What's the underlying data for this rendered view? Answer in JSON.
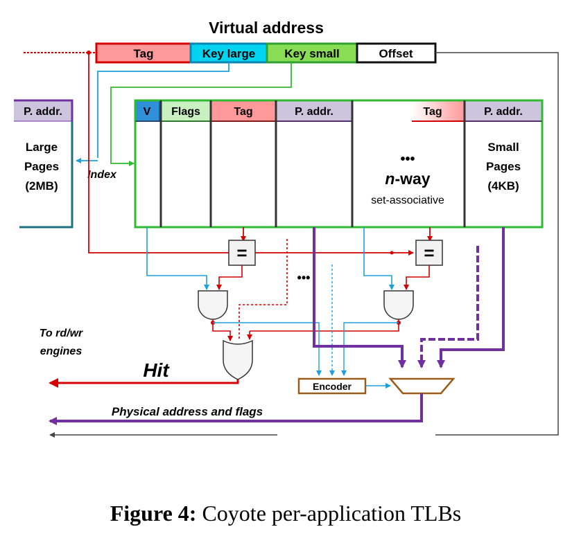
{
  "title": "Virtual address",
  "address_fields": {
    "tag": "Tag",
    "key_large": "Key large",
    "key_small": "Key small",
    "offset": "Offset"
  },
  "large_pages": {
    "header": "P. addr.",
    "line1": "Large",
    "line2": "Pages",
    "line3": "(2MB)"
  },
  "index_label": "Index",
  "table_headers": {
    "v": "V",
    "flags": "Flags",
    "tag": "Tag",
    "paddr": "P. addr.",
    "tag2": "Tag",
    "paddr2": "P. addr."
  },
  "nway": {
    "dots": "•••",
    "n": "n",
    "way": "-way",
    "set_assoc": "set-associative"
  },
  "small_pages": {
    "line1": "Small",
    "line2": "Pages",
    "line3": "(4KB)"
  },
  "comparator_symbol": "=",
  "ellipsis": "•••",
  "to_engines": {
    "line1": "To rd/wr",
    "line2": "engines"
  },
  "hit_label": "Hit",
  "encoder_label": "Encoder",
  "physical_label": "Physical address and flags",
  "caption": {
    "bold": "Figure 4:",
    "rest": " Coyote per-application TLBs"
  },
  "colors": {
    "red": "#d40000",
    "blue": "#1ca0dc",
    "green": "#2fbb2f",
    "purple": "#7030a0",
    "brown": "#9a5a18",
    "tag_fill": "#ff9999",
    "key_large_fill": "#00d4f0",
    "key_small_fill": "#88dd55",
    "paddr_fill": "#cdc4de",
    "teal": "#1f6f7f"
  }
}
